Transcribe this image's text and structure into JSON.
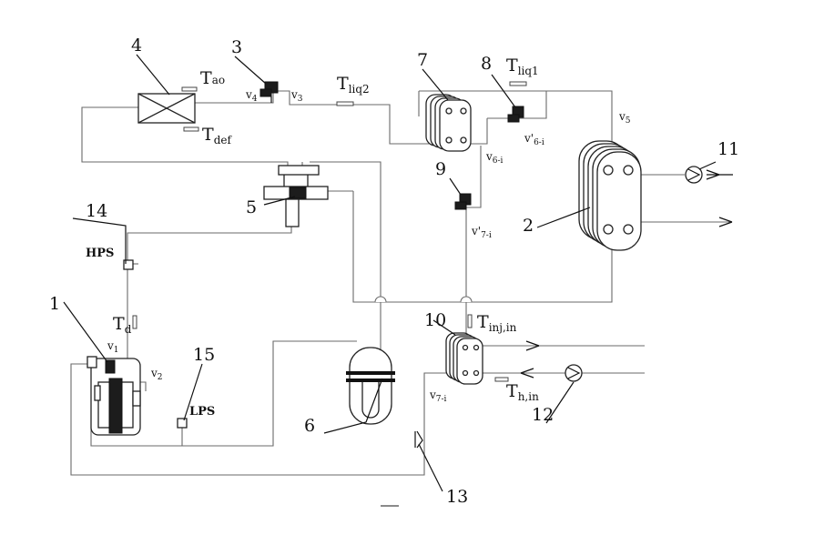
{
  "components": {
    "c1": "1",
    "c2": "2",
    "c3": "3",
    "c4": "4",
    "c5": "5",
    "c6": "6",
    "c7": "7",
    "c8": "8",
    "c9": "9",
    "c10": "10",
    "c11": "11",
    "c12": "12",
    "c13": "13",
    "c14": "14",
    "c15": "15"
  },
  "sensors": {
    "hps": "HPS",
    "lps": "LPS",
    "tao_main": "T",
    "tao_sub": "ao",
    "tdef_main": "T",
    "tdef_sub": "def",
    "tliq2_main": "T",
    "tliq2_sub": "liq2",
    "tliq1_main": "T",
    "tliq1_sub": "liq1",
    "td_main": "T",
    "td_sub": "d",
    "tinj_main": "T",
    "tinj_sub": "inj,in",
    "thin_main": "T",
    "thin_sub": "h,in"
  },
  "states": {
    "v1_main": "v",
    "v1_sub": "1",
    "v2_main": "v",
    "v2_sub": "2",
    "v3_main": "v",
    "v3_sub": "3",
    "v4_main": "v",
    "v4_sub": "4",
    "v5_main": "v",
    "v5_sub": "5",
    "v6i_main": "v",
    "v6i_sub": "6-i",
    "v6ip_main": "v'",
    "v6ip_sub": "6-i",
    "v7ip_main": "v'",
    "v7ip_sub": "7-i",
    "v7i_main": "v",
    "v7i_sub": "7-i"
  }
}
